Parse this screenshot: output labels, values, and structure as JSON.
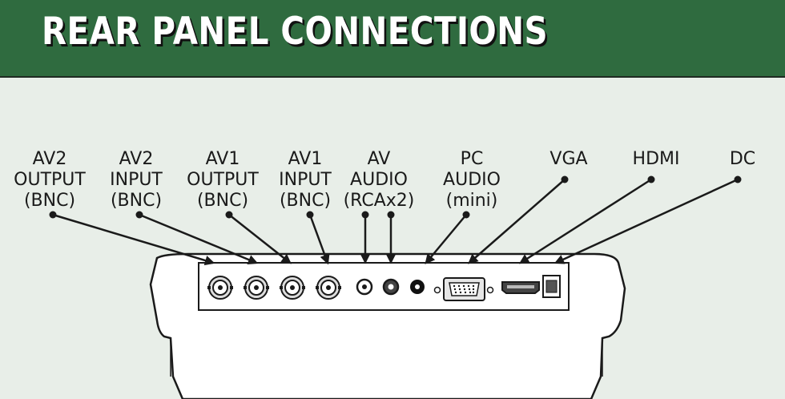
{
  "title": "REAR PANEL CONNECTIONS",
  "colors": {
    "banner": "#2f6b3f",
    "background": "#e8eee8",
    "ink": "#1a1a1a"
  },
  "connectors": [
    {
      "id": "av2-out",
      "lines": [
        "AV2",
        "OUTPUT",
        "(BNC)"
      ]
    },
    {
      "id": "av2-in",
      "lines": [
        "AV2",
        "INPUT",
        "(BNC)"
      ]
    },
    {
      "id": "av1-out",
      "lines": [
        "AV1",
        "OUTPUT",
        "(BNC)"
      ]
    },
    {
      "id": "av1-in",
      "lines": [
        "AV1",
        "INPUT",
        "(BNC)"
      ]
    },
    {
      "id": "av-audio",
      "lines": [
        "AV",
        "AUDIO",
        "(RCAx2)"
      ]
    },
    {
      "id": "pc-audio",
      "lines": [
        "PC",
        "AUDIO",
        "(mini)"
      ]
    },
    {
      "id": "vga",
      "lines": [
        "VGA"
      ]
    },
    {
      "id": "hdmi",
      "lines": [
        "HDMI"
      ]
    },
    {
      "id": "dc",
      "lines": [
        "DC"
      ]
    }
  ]
}
